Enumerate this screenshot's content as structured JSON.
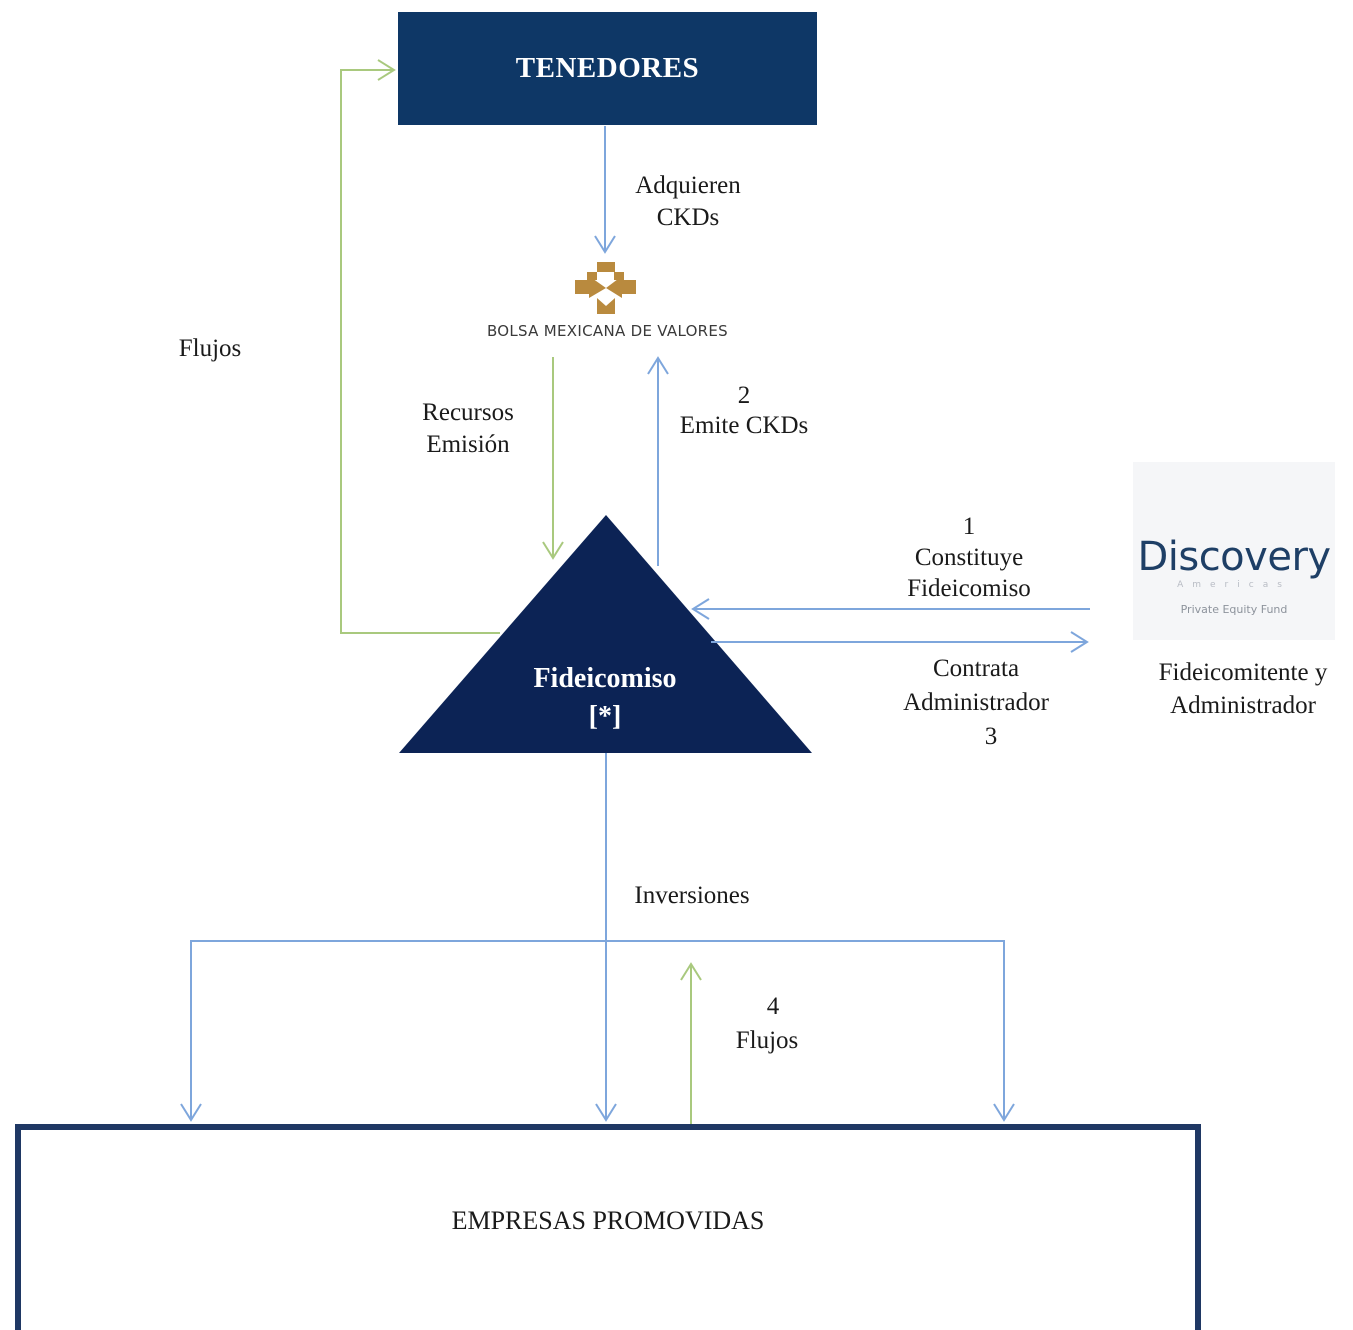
{
  "nodes": {
    "tenedores": "TENEDORES",
    "bmv_name": "BOLSA MEXICANA DE VALORES",
    "fideicomiso": "Fideicomiso",
    "fideicomiso_note": "[*]",
    "empresas": "EMPRESAS PROMOVIDAS",
    "discovery_brand": "Discovery",
    "discovery_sub": "Americas",
    "discovery_fund": "Private Equity Fund",
    "discovery_caption_1": "Fideicomitente y",
    "discovery_caption_2": "Administrador"
  },
  "labels": {
    "adquieren_1": "Adquieren",
    "adquieren_2": "CKDs",
    "flujos_left": "Flujos",
    "recursos_1": "Recursos",
    "recursos_2": "Emisión",
    "emite_num": "2",
    "emite_text": "Emite CKDs",
    "constituye_num": "1",
    "constituye_1": "Constituye",
    "constituye_2": "Fideicomiso",
    "contrata_1": "Contrata",
    "contrata_2": "Administrador",
    "contrata_num": "3",
    "inversiones": "Inversiones",
    "flujos_num": "4",
    "flujos_bottom": "Flujos"
  },
  "colors": {
    "navy": "#0e3766",
    "triangle": "#0c2355",
    "blue_arrow": "#7ea6dc",
    "green_arrow": "#a9c97e",
    "bmv_gold": "#b98a3e"
  }
}
